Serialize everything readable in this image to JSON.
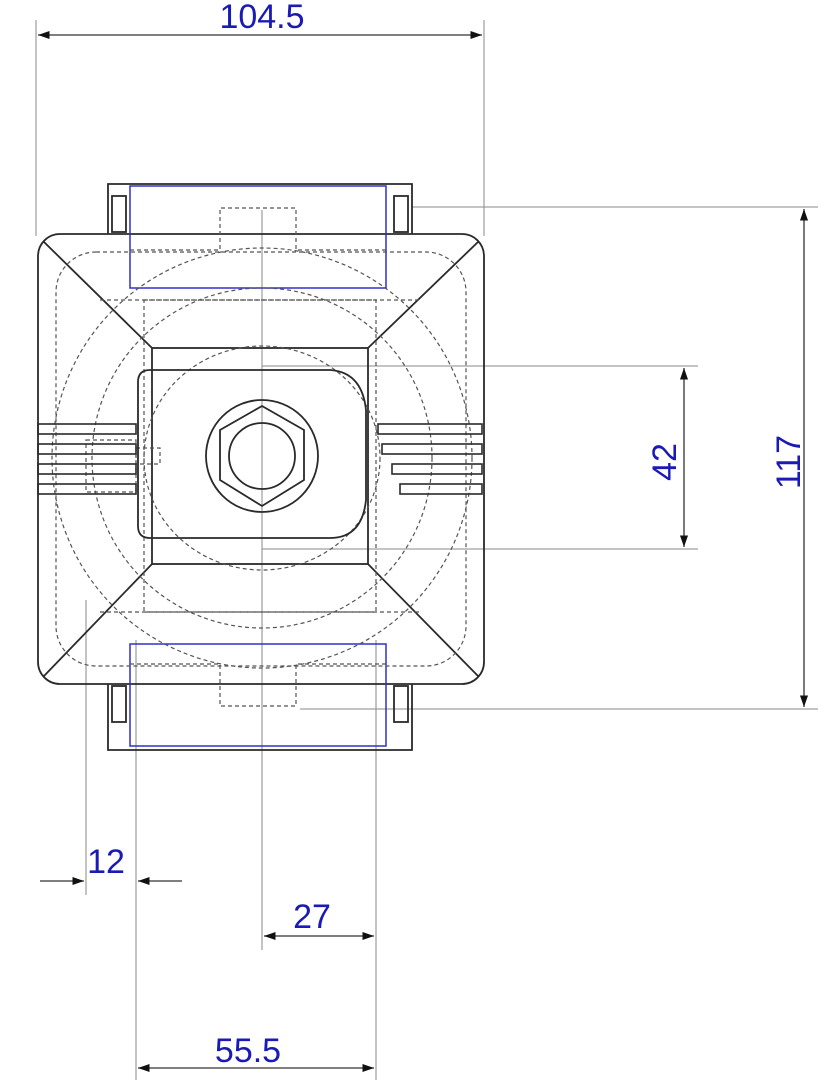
{
  "dimensions": {
    "overall_width": "104.5",
    "overall_height": "117",
    "inner_height": "42",
    "offset_left": "12",
    "center_offset": "27",
    "bottom_width": "55.5"
  },
  "colors": {
    "dimension_text": "#1a1ab4",
    "outline": "#2a2a2a",
    "hidden_line": "#555555",
    "dimension_line": "#7a7a7a",
    "highlight_edge": "#3030c8"
  }
}
